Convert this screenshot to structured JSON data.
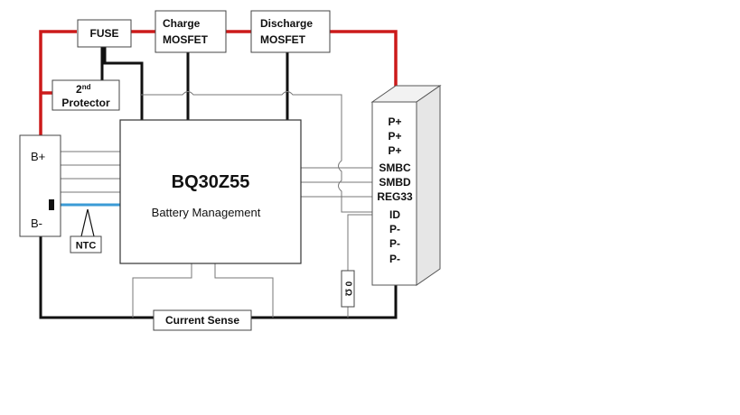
{
  "diagram": {
    "fuse": "FUSE",
    "charge_mosfet": [
      "Charge",
      "MOSFET"
    ],
    "discharge_mosfet": [
      "Discharge",
      "MOSFET"
    ],
    "second_protector": {
      "main": "2",
      "sup": "nd",
      "line2": "Protector"
    },
    "battery": {
      "plus": "B+",
      "minus": "B-"
    },
    "ntc": "NTC",
    "chip": {
      "name": "BQ30Z55",
      "description": "Battery Management"
    },
    "connector_pins": [
      "P+",
      "P+",
      "P+",
      "SMBC",
      "SMBD",
      "REG33",
      "ID",
      "P-",
      "P-",
      "P-"
    ],
    "resistor": "0 Ω",
    "current_sense": "Current Sense",
    "colors": {
      "positive_wire": "#cc1a1a",
      "negative_wire": "#111111",
      "ntc_wire": "#3b9bd6",
      "signal_wire": "#777777",
      "connector_front": "#ffffff",
      "connector_side": "#e6e6e6"
    }
  }
}
